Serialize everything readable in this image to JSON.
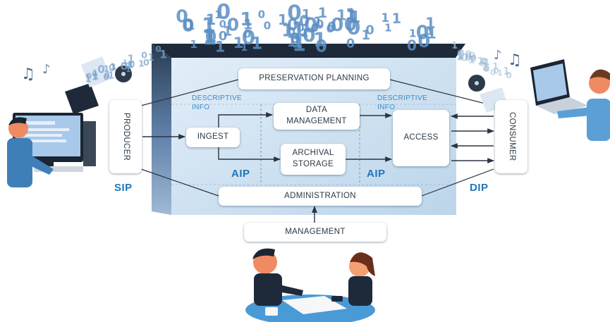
{
  "components": {
    "preservation_planning": "PRESERVATION PLANNING",
    "descriptive_info_left": [
      "DESCRIPTIVE",
      "INFO"
    ],
    "descriptive_info_right": [
      "DESCRIPTIVE",
      "INFO"
    ],
    "ingest": "INGEST",
    "data_management": [
      "DATA",
      "MANAGEMENT"
    ],
    "archival_storage": [
      "ARCHIVAL",
      "STORAGE"
    ],
    "access": "ACCESS",
    "administration": "ADMINISTRATION",
    "management": "MANAGEMENT",
    "producer": "PRODUCER",
    "consumer": "CONSUMER"
  },
  "packages": {
    "sip": "SIP",
    "aip_left": "AIP",
    "aip_right": "AIP",
    "dip": "DIP"
  },
  "icons": [
    "person-at-desktop-icon",
    "person-with-laptop-icon",
    "meeting-people-icon",
    "binary-digits-decoration",
    "music-notes-icon",
    "film-reel-icon",
    "document-icon"
  ],
  "colors": {
    "panel": "#cfe2f2",
    "panel_dark": "#1e2a3a",
    "label_blue": "#3a8ac8",
    "package_blue": "#1f76b8",
    "box_text": "#2b3a46"
  }
}
